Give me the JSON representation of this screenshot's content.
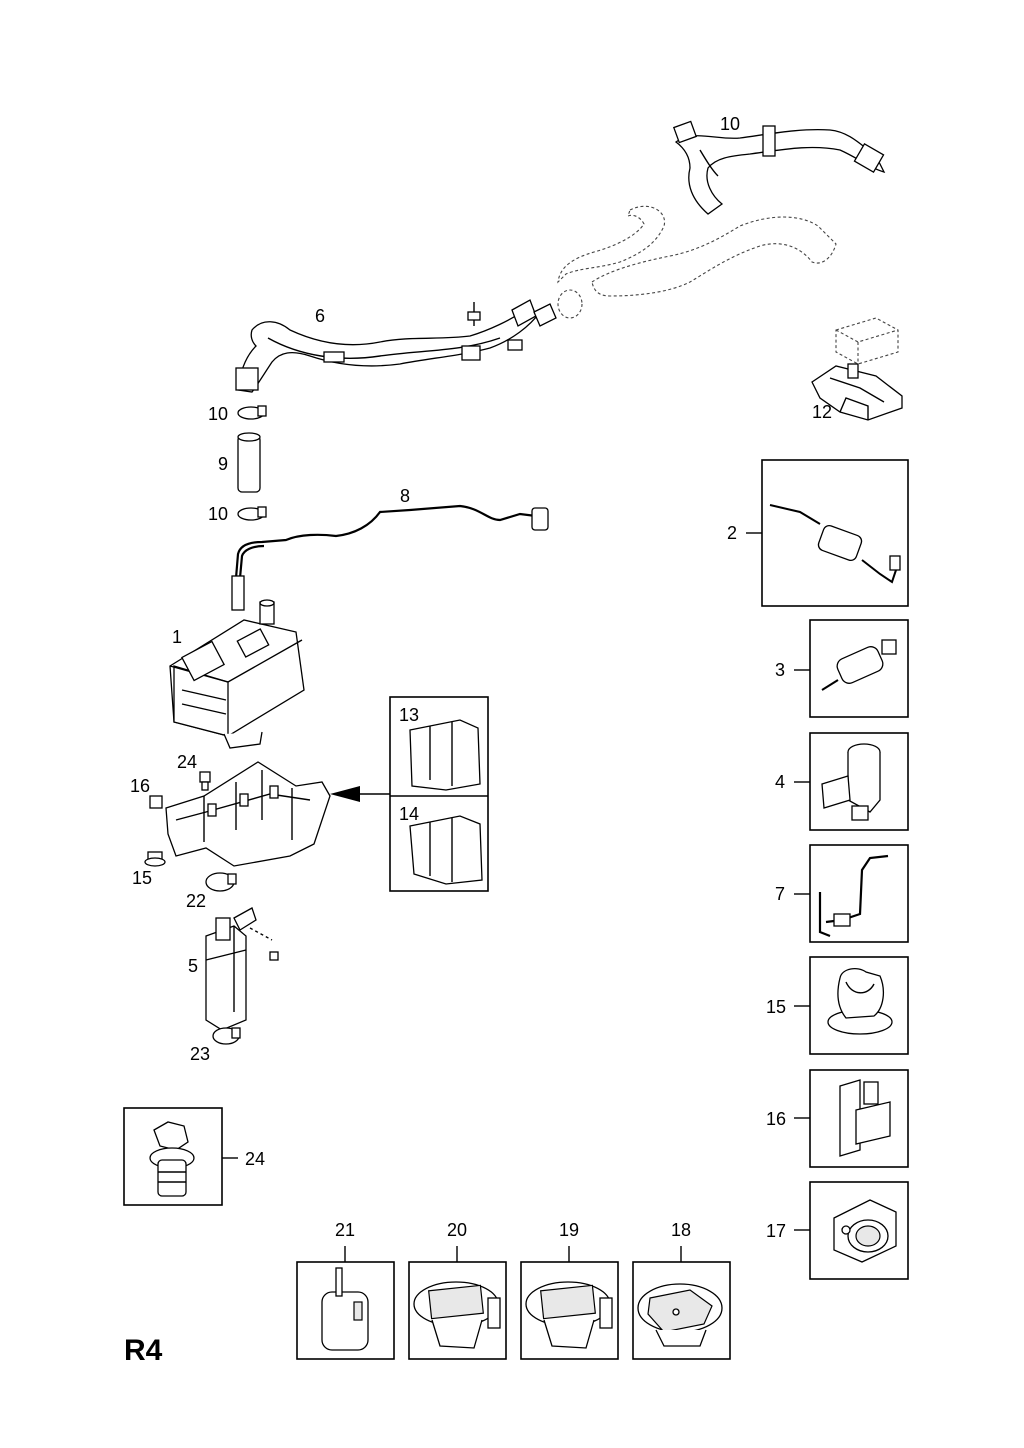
{
  "sheet_code": "R4",
  "labels": {
    "hose_top": "10",
    "pipe_assembly": "6",
    "bracket_top": "12",
    "clamp_upper": "10",
    "sleeve": "9",
    "clamp_lower": "10",
    "fuel_line": "8",
    "heater": "1",
    "bolt_small": "24",
    "clip_16": "16",
    "clip_15": "15",
    "clamp_22": "22",
    "pump_5": "5",
    "clamp_23": "23",
    "inset_13": "13",
    "inset_14": "14",
    "inset_2": "2",
    "inset_3": "3",
    "inset_4": "4",
    "inset_7": "7",
    "inset_15": "15",
    "inset_16": "16",
    "inset_17": "17",
    "inset_24": "24",
    "inset_21": "21",
    "inset_20": "20",
    "inset_19": "19",
    "inset_18": "18"
  }
}
